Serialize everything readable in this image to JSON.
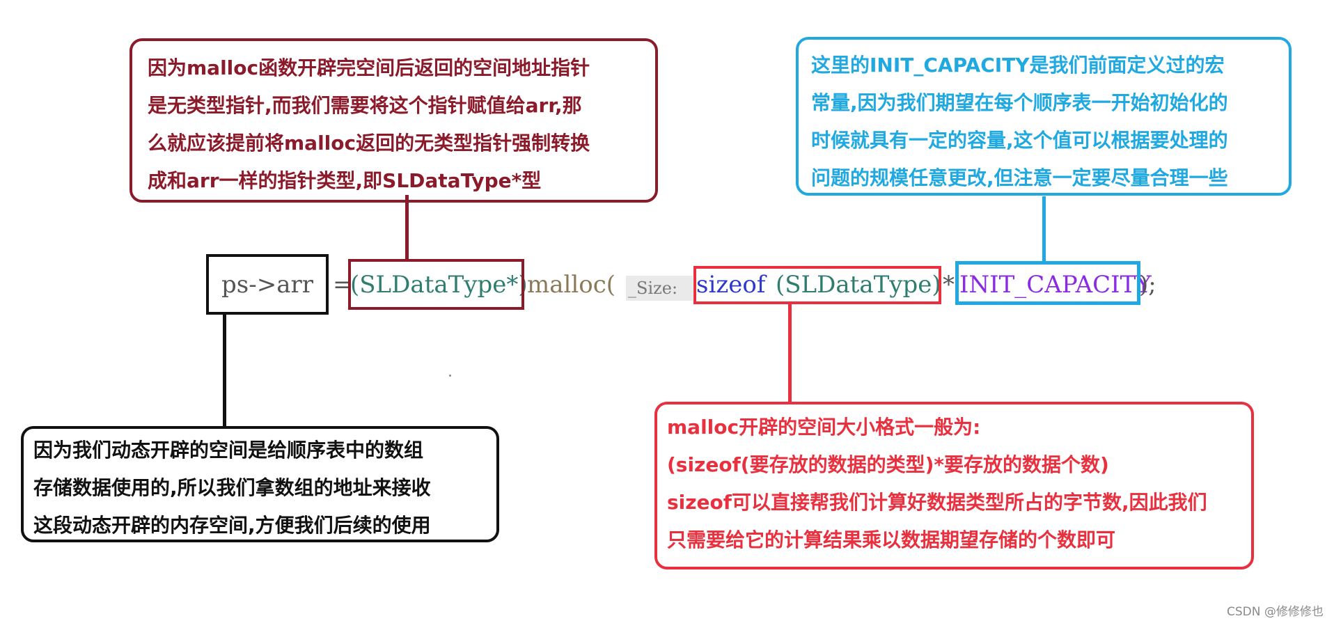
{
  "colors": {
    "dark_red": "#8b1a2a",
    "blue": "#20a8e0",
    "black": "#111111",
    "red": "#e8303f",
    "code_grey": "#555555",
    "code_green": "#2e7d6e",
    "code_brown": "#8a7a5a",
    "code_keyword": "#2f39c9",
    "code_macro": "#8a2be2"
  },
  "code": {
    "lhs": "ps->arr",
    "assign": "=",
    "cast": "(SLDataType*)",
    "func": "malloc(",
    "hint": "_Size:",
    "sizeof_kw": "sizeof",
    "sizeof_arg": "(SLDataType)",
    "times": "*",
    "macro": "INIT_CAPACITY",
    "end": ");"
  },
  "notes": {
    "top_left": [
      "因为malloc函数开辟完空间后返回的空间地址指针",
      "是无类型指针,而我们需要将这个指针赋值给arr,那",
      "么就应该提前将malloc返回的无类型指针强制转换",
      "成和arr一样的指针类型,即SLDataType*型"
    ],
    "top_right": [
      "这里的INIT_CAPACITY是我们前面定义过的宏",
      "常量,因为我们期望在每个顺序表一开始初始化的",
      "时候就具有一定的容量,这个值可以根据要处理的",
      "问题的规模任意更改,但注意一定要尽量合理一些"
    ],
    "bottom_left": [
      "因为我们动态开辟的空间是给顺序表中的数组",
      "存储数据使用的,所以我们拿数组的地址来接收",
      "这段动态开辟的内存空间,方便我们后续的使用"
    ],
    "bottom_right": [
      "malloc开辟的空间大小格式一般为:",
      "(sizeof(要存放的数据的类型)*要存放的数据个数)",
      "sizeof可以直接帮我们计算好数据类型所占的字节数,因此我们",
      "只需要给它的计算结果乘以数据期望存储的个数即可"
    ]
  },
  "watermark": "CSDN @修修修也"
}
